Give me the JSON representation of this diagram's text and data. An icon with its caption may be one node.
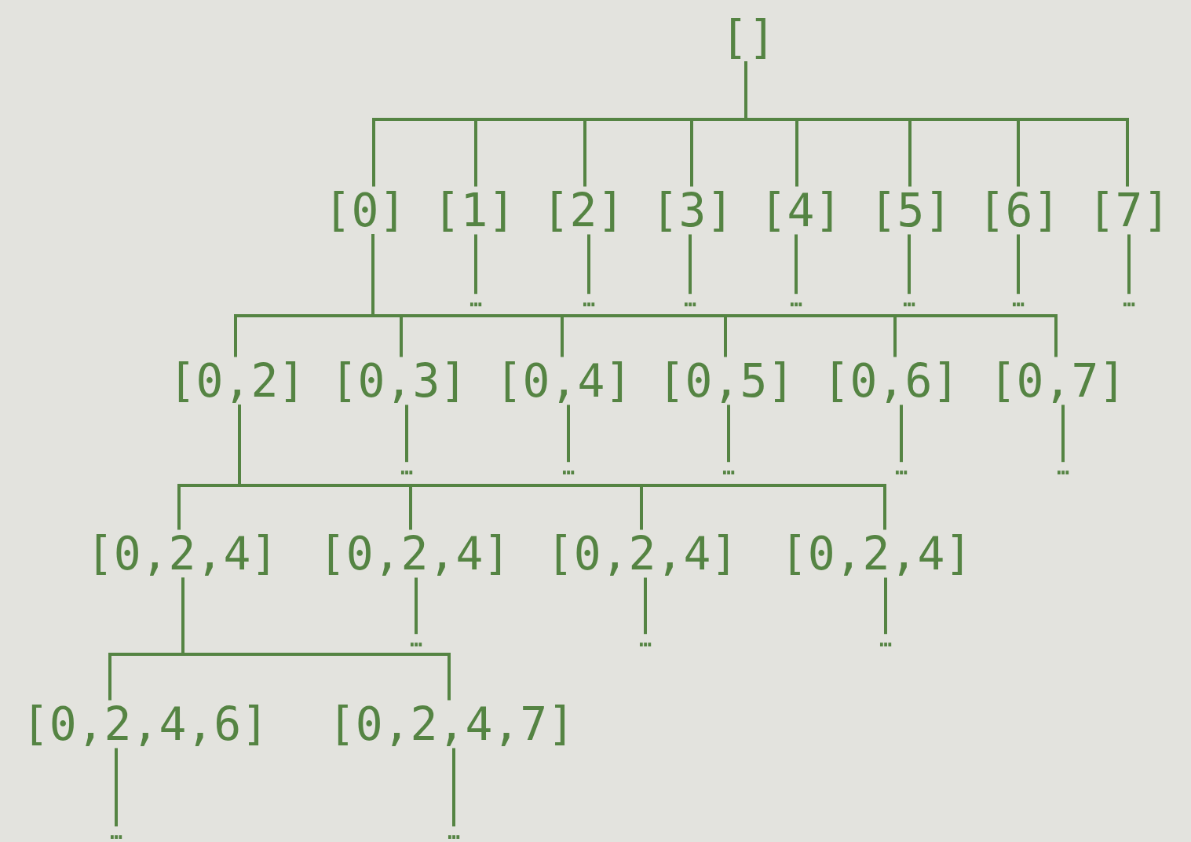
{
  "diagram": {
    "nodes": [
      {
        "text": [
          "[]"
        ]
      },
      {
        "text": [
          "[0]"
        ]
      },
      {
        "text": [
          "[1]"
        ]
      },
      {
        "text": [
          "[2]"
        ]
      },
      {
        "text": [
          "[3]"
        ]
      },
      {
        "text": [
          "[4]"
        ]
      },
      {
        "text": [
          "[5]"
        ]
      },
      {
        "text": [
          "[6]"
        ]
      },
      {
        "text": [
          "[7]"
        ]
      },
      {
        "text": [
          "…"
        ]
      },
      {
        "text": [
          "…"
        ]
      },
      {
        "text": [
          "…"
        ]
      },
      {
        "text": [
          "…"
        ]
      },
      {
        "text": [
          "…"
        ]
      },
      {
        "text": [
          "…"
        ]
      },
      {
        "text": [
          "…"
        ]
      },
      {
        "text": [
          "[0,2]"
        ]
      },
      {
        "text": [
          "[0,3]"
        ]
      },
      {
        "text": [
          "[0,4]"
        ]
      },
      {
        "text": [
          "[0,5]"
        ]
      },
      {
        "text": [
          "[0,6]"
        ]
      },
      {
        "text": [
          "[0,7]"
        ]
      },
      {
        "text": [
          "…"
        ]
      },
      {
        "text": [
          "…"
        ]
      },
      {
        "text": [
          "…"
        ]
      },
      {
        "text": [
          "…"
        ]
      },
      {
        "text": [
          "…"
        ]
      },
      {
        "text": [
          "[0,2,4]"
        ]
      },
      {
        "text": [
          "[0,2,4]"
        ]
      },
      {
        "text": [
          "[0,2,4]"
        ]
      },
      {
        "text": [
          "[0,2,4]"
        ]
      },
      {
        "text": [
          "…"
        ]
      },
      {
        "text": [
          "…"
        ]
      },
      {
        "text": [
          "…"
        ]
      },
      {
        "text": [
          "[0,2,4,6]"
        ]
      },
      {
        "text": [
          "[0,2,4,7]"
        ]
      },
      {
        "text": [
          "…"
        ]
      },
      {
        "text": [
          "…"
        ]
      }
    ],
    "edges": [
      {
        "from": 0,
        "to": 1,
        "arrow": "none"
      },
      {
        "from": 0,
        "to": 2,
        "arrow": "none"
      },
      {
        "from": 0,
        "to": 3,
        "arrow": "none"
      },
      {
        "from": 0,
        "to": 4,
        "arrow": "none"
      },
      {
        "from": 0,
        "to": 5,
        "arrow": "none"
      },
      {
        "from": 0,
        "to": 6,
        "arrow": "none"
      },
      {
        "from": 0,
        "to": 7,
        "arrow": "none"
      },
      {
        "from": 0,
        "to": 8,
        "arrow": "none"
      },
      {
        "from": 2,
        "to": 9,
        "arrow": "none"
      },
      {
        "from": 3,
        "to": 10,
        "arrow": "none"
      },
      {
        "from": 4,
        "to": 11,
        "arrow": "none"
      },
      {
        "from": 5,
        "to": 12,
        "arrow": "none"
      },
      {
        "from": 6,
        "to": 13,
        "arrow": "none"
      },
      {
        "from": 7,
        "to": 14,
        "arrow": "none"
      },
      {
        "from": 8,
        "to": 15,
        "arrow": "none"
      },
      {
        "from": 1,
        "to": 16,
        "arrow": "none"
      },
      {
        "from": 1,
        "to": 17,
        "arrow": "none"
      },
      {
        "from": 1,
        "to": 18,
        "arrow": "none"
      },
      {
        "from": 1,
        "to": 19,
        "arrow": "none"
      },
      {
        "from": 1,
        "to": 20,
        "arrow": "none"
      },
      {
        "from": 1,
        "to": 21,
        "arrow": "none"
      },
      {
        "from": 17,
        "to": 22,
        "arrow": "none"
      },
      {
        "from": 18,
        "to": 23,
        "arrow": "none"
      },
      {
        "from": 19,
        "to": 24,
        "arrow": "none"
      },
      {
        "from": 20,
        "to": 25,
        "arrow": "none"
      },
      {
        "from": 21,
        "to": 26,
        "arrow": "none"
      },
      {
        "from": 16,
        "to": 27,
        "arrow": "none"
      },
      {
        "from": 16,
        "to": 28,
        "arrow": "none"
      },
      {
        "from": 16,
        "to": 29,
        "arrow": "none"
      },
      {
        "from": 16,
        "to": 30,
        "arrow": "none"
      },
      {
        "from": 28,
        "to": 31,
        "arrow": "none"
      },
      {
        "from": 29,
        "to": 32,
        "arrow": "none"
      },
      {
        "from": 30,
        "to": 33,
        "arrow": "none"
      },
      {
        "from": 27,
        "to": 34,
        "arrow": "none"
      },
      {
        "from": 27,
        "to": 35,
        "arrow": "none"
      },
      {
        "from": 34,
        "to": 36,
        "arrow": "none"
      },
      {
        "from": 35,
        "to": 37,
        "arrow": "none"
      }
    ]
  }
}
